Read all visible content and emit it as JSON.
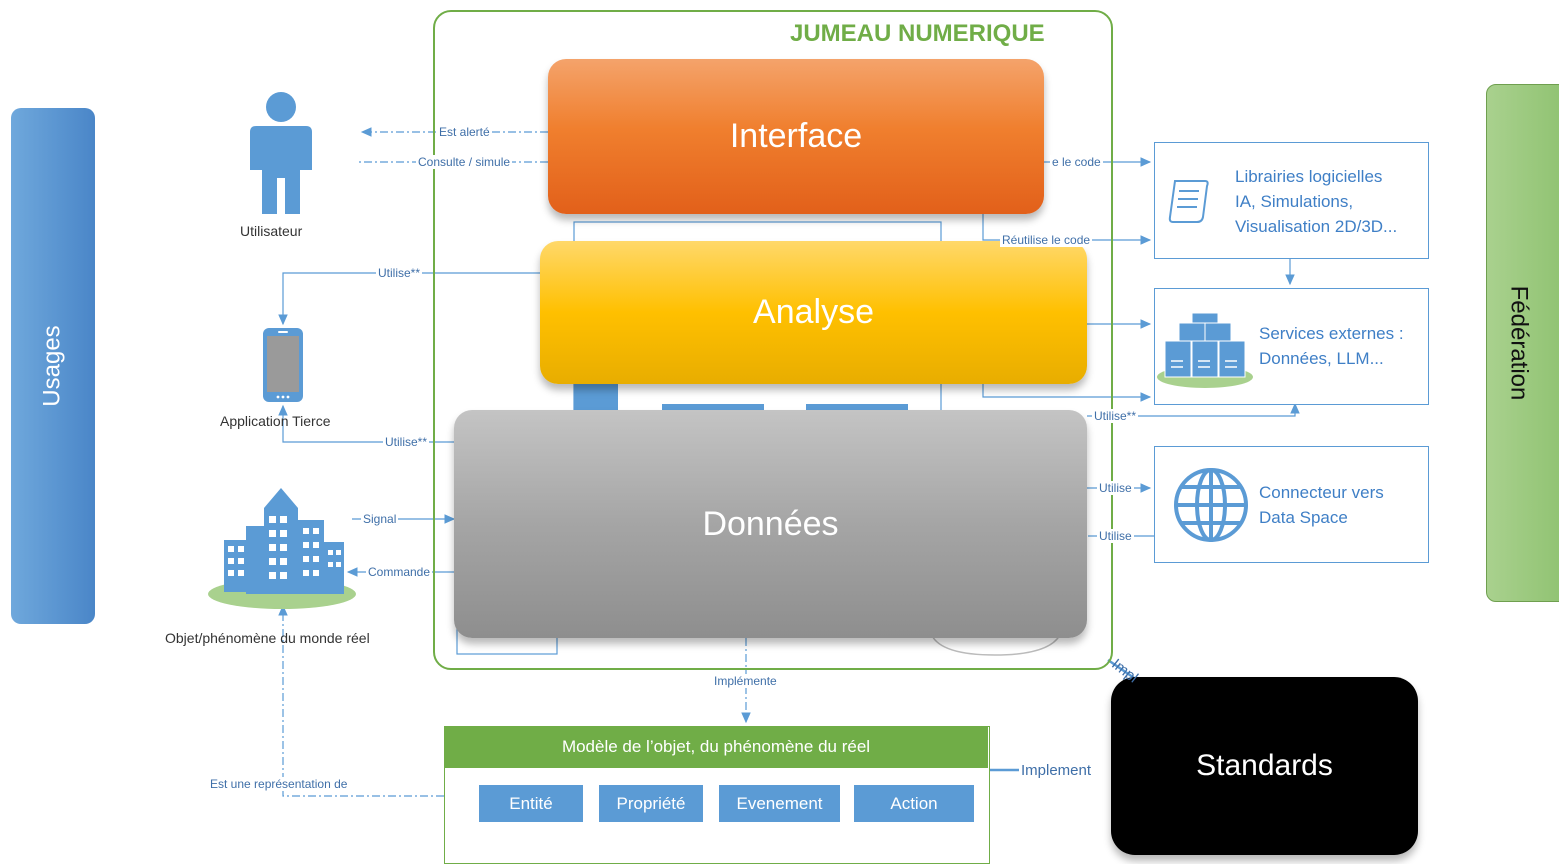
{
  "frame": {
    "title": "JUMEAU NUMERIQUE"
  },
  "sides": {
    "usages": "Usages",
    "federation": "Fédération"
  },
  "layers": {
    "interface": "Interface",
    "analyse": "Analyse",
    "donnees": "Données",
    "standards": "Standards"
  },
  "actors": {
    "utilisateur": "Utilisateur",
    "application": "Application Tierce",
    "objet": "Objet/phénomène du monde réel"
  },
  "externals": {
    "libraries": "Librairies logicielles\nIA, Simulations,\nVisualisation 2D/3D...",
    "services": "Services externes :\nDonnées, LLM...",
    "connector": "Connecteur vers\nData Space"
  },
  "model": {
    "title": "Modèle de l’objet, du phénomène du réel",
    "items": [
      "Entité",
      "Propriété",
      "Evenement",
      "Action"
    ]
  },
  "links": {
    "est_alerte": "Est alerté",
    "consulte": "Consulte / simule",
    "utilise_app_top": "Utilise**",
    "utilise_app_bottom": "Utilise**",
    "signal": "Signal",
    "commande": "Commande",
    "reutilise_1": "e le code",
    "reutilise_2": "Réutilise le code",
    "utilise_services": "Utilise**",
    "utilise_conn_1": "Utilise",
    "utilise_conn_2": "Utilise",
    "implemente": "Implémente",
    "implemente_standards": "Implement",
    "est_representation": "Est une représentation de",
    "impl_diag": "Impl"
  },
  "colors": {
    "frame_green": "#70ad47",
    "line_blue": "#5b9bd5",
    "interface": "#ed7d31",
    "analyse": "#ffc000",
    "donnees": "#a5a5a5",
    "standards": "#000000"
  }
}
